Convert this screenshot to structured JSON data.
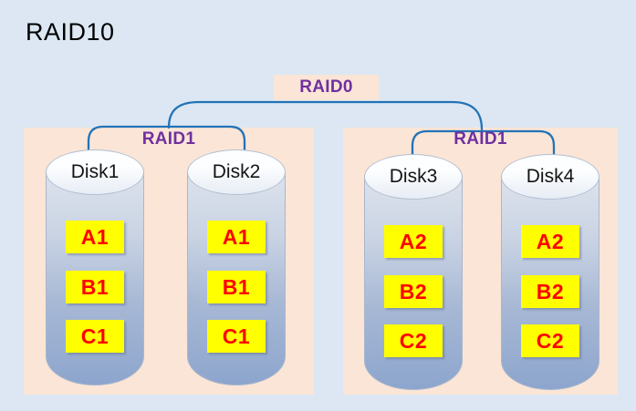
{
  "title": "RAID10",
  "colors": {
    "background": "#dce7f3",
    "panel_peach": "#fbe5d6",
    "label_purple": "#7030a0",
    "connector_blue": "#2273b7",
    "block_yellow": "#ffff00",
    "block_text_red": "#ff0000"
  },
  "tree": {
    "root_label": "RAID0",
    "groups": [
      {
        "label": "RAID1",
        "disks": [
          {
            "name": "Disk1",
            "blocks": [
              "A1",
              "B1",
              "C1"
            ]
          },
          {
            "name": "Disk2",
            "blocks": [
              "A1",
              "B1",
              "C1"
            ]
          }
        ]
      },
      {
        "label": "RAID1",
        "disks": [
          {
            "name": "Disk3",
            "blocks": [
              "A2",
              "B2",
              "C2"
            ]
          },
          {
            "name": "Disk4",
            "blocks": [
              "A2",
              "B2",
              "C2"
            ]
          }
        ]
      }
    ]
  }
}
